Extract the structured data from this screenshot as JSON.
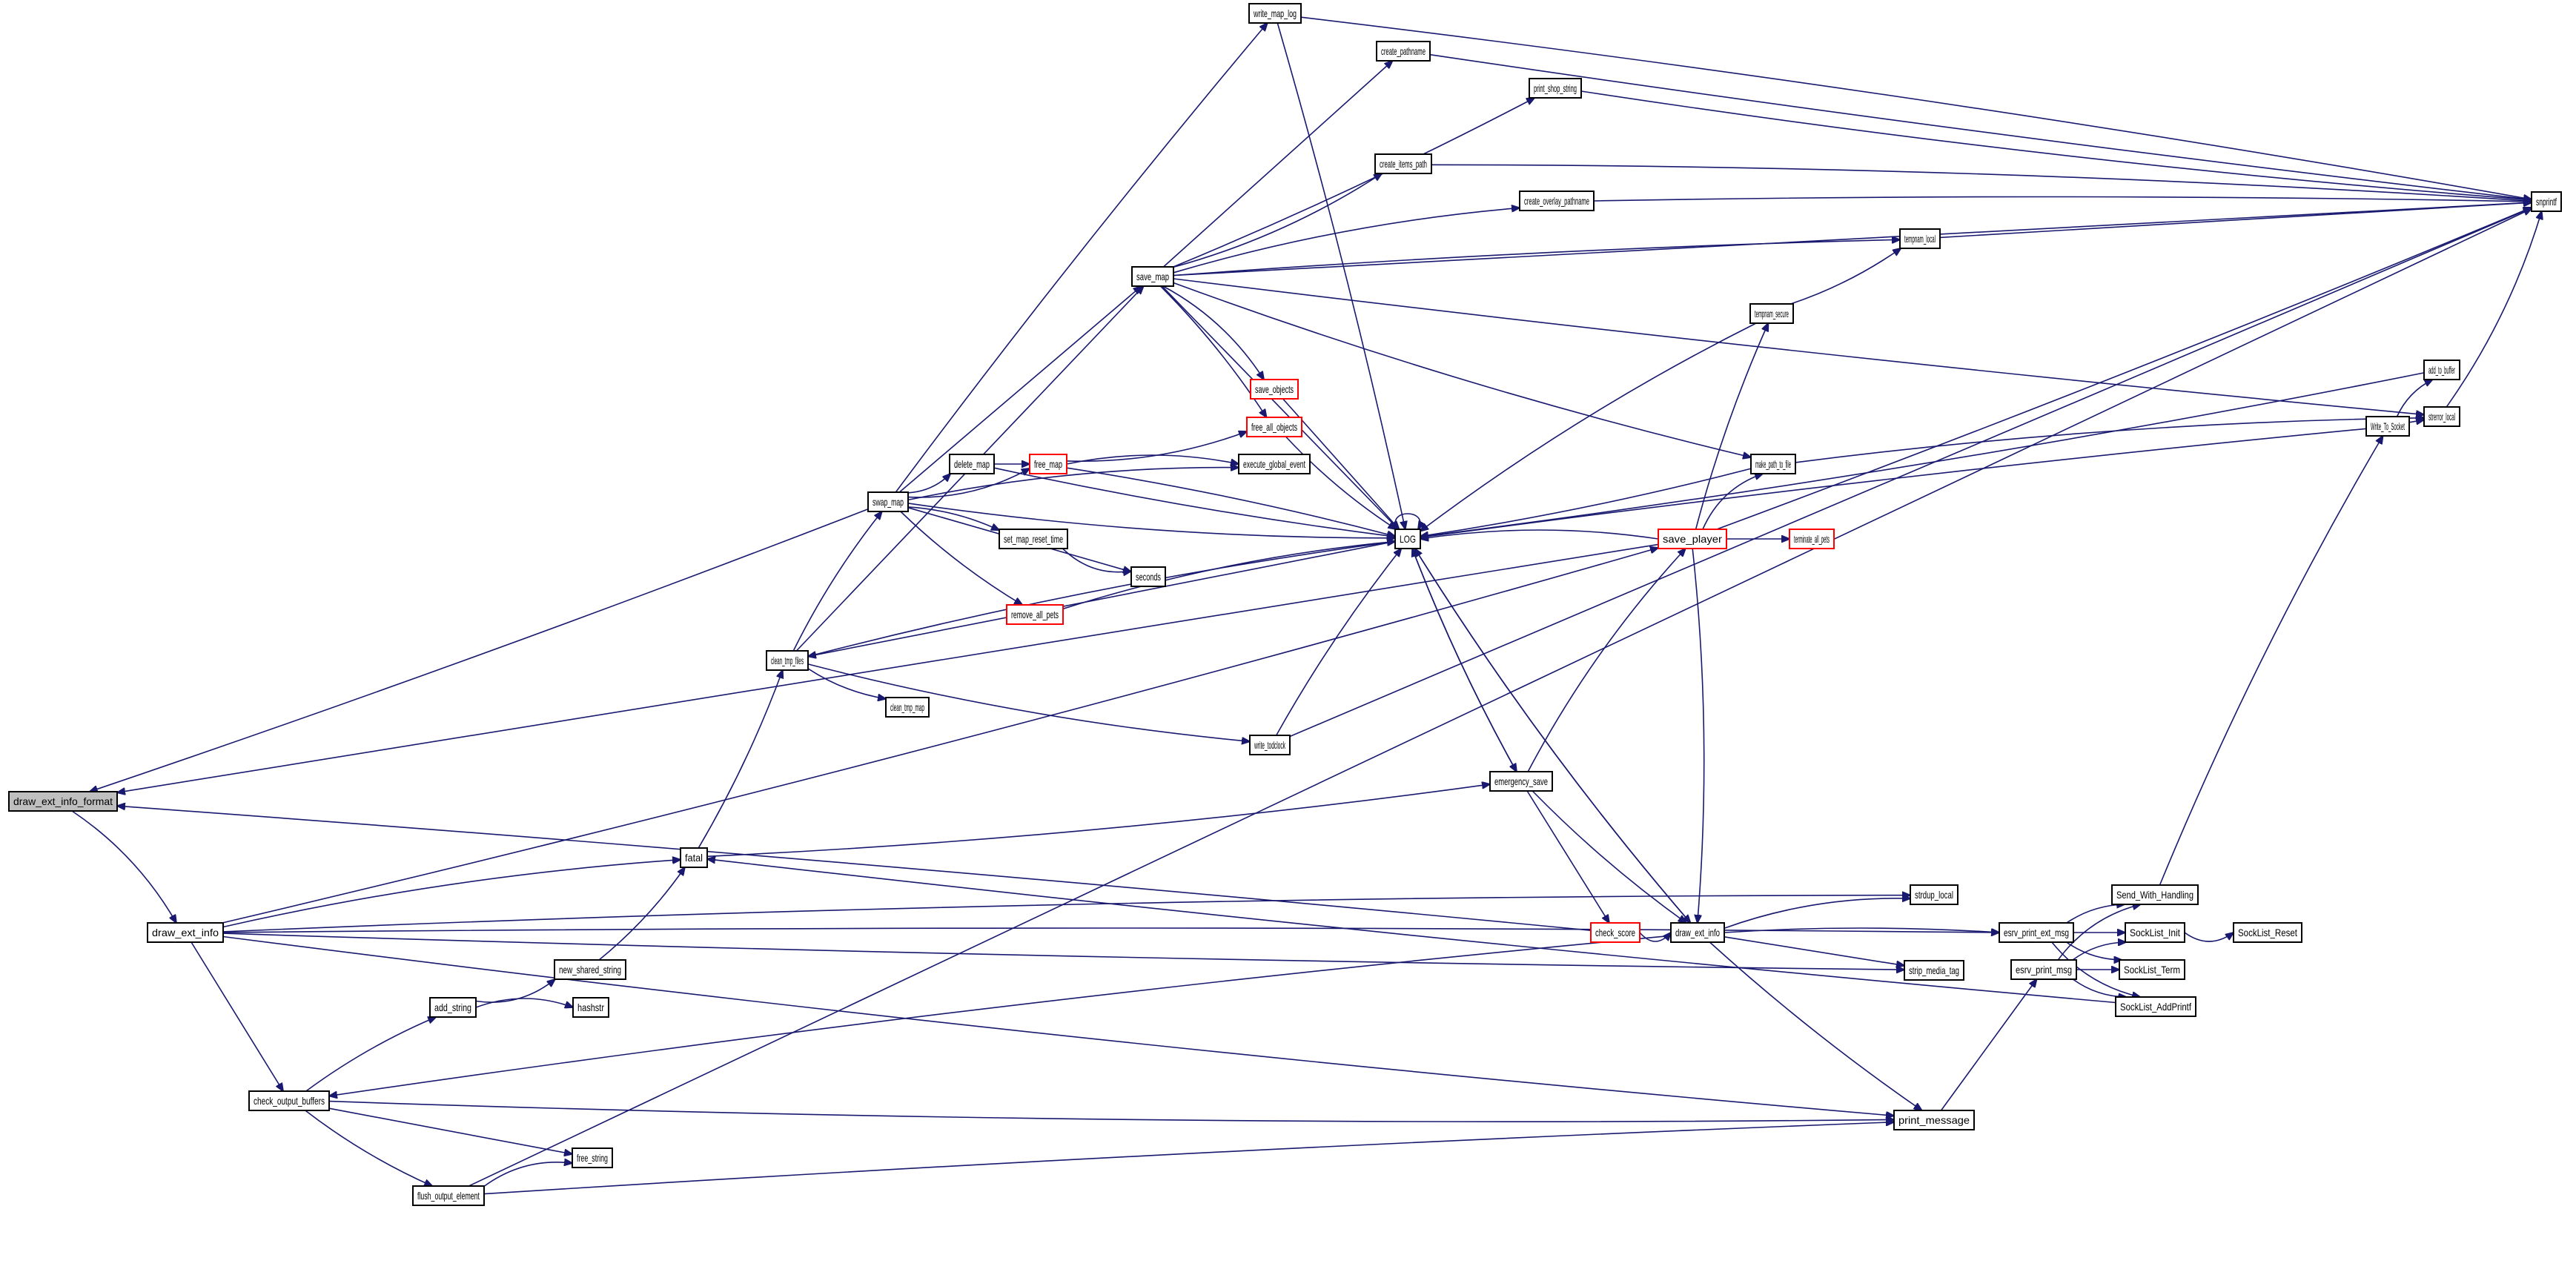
{
  "title": "draw_ext_info_format call graph",
  "colors": {
    "edge": "#191970",
    "root_fill": "#bfbfbf",
    "node_border": "#000000",
    "truncated_border": "#ff0000"
  },
  "nodes": [
    {
      "id": "draw_ext_info_format",
      "label": "draw_ext_info_format",
      "type": "root"
    },
    {
      "id": "draw_ext_info_l",
      "label": "draw_ext_info",
      "type": "normal"
    },
    {
      "id": "write_map_log",
      "label": "write_map_log",
      "type": "normal"
    },
    {
      "id": "create_pathname",
      "label": "create_pathname",
      "type": "normal"
    },
    {
      "id": "print_shop_string",
      "label": "print_shop_string",
      "type": "normal"
    },
    {
      "id": "create_items_path",
      "label": "create_items_path",
      "type": "normal"
    },
    {
      "id": "create_overlay_pathname",
      "label": "create_overlay_pathname",
      "type": "normal"
    },
    {
      "id": "tempnam_local",
      "label": "tempnam_local",
      "type": "normal"
    },
    {
      "id": "save_map",
      "label": "save_map",
      "type": "normal"
    },
    {
      "id": "tempnam_secure",
      "label": "tempnam_secure",
      "type": "normal"
    },
    {
      "id": "snprintf",
      "label": "snprintf",
      "type": "normal"
    },
    {
      "id": "add_to_buffer",
      "label": "add_to_buffer",
      "type": "normal"
    },
    {
      "id": "strerror_local",
      "label": "strerror_local",
      "type": "normal"
    },
    {
      "id": "Write_To_Socket",
      "label": "Write_To_Socket",
      "type": "normal"
    },
    {
      "id": "save_objects",
      "label": "save_objects",
      "type": "truncated"
    },
    {
      "id": "free_all_objects",
      "label": "free_all_objects",
      "type": "truncated"
    },
    {
      "id": "free_map",
      "label": "free_map",
      "type": "truncated"
    },
    {
      "id": "execute_global_event",
      "label": "execute_global_event",
      "type": "normal"
    },
    {
      "id": "delete_map",
      "label": "delete_map",
      "type": "normal"
    },
    {
      "id": "swap_map",
      "label": "swap_map",
      "type": "normal"
    },
    {
      "id": "set_map_reset_time",
      "label": "set_map_reset_time",
      "type": "normal"
    },
    {
      "id": "seconds",
      "label": "seconds",
      "type": "normal"
    },
    {
      "id": "remove_all_pets",
      "label": "remove_all_pets",
      "type": "truncated"
    },
    {
      "id": "LOG",
      "label": "LOG",
      "type": "normal"
    },
    {
      "id": "make_path_to_file",
      "label": "make_path_to_file",
      "type": "normal"
    },
    {
      "id": "save_player",
      "label": "save_player",
      "type": "truncated"
    },
    {
      "id": "terminate_all_pets",
      "label": "terminate_all_pets",
      "type": "truncated"
    },
    {
      "id": "clean_tmp_files",
      "label": "clean_tmp_files",
      "type": "normal"
    },
    {
      "id": "clean_tmp_map",
      "label": "clean_tmp_map",
      "type": "normal"
    },
    {
      "id": "write_todclock",
      "label": "write_todclock",
      "type": "normal"
    },
    {
      "id": "emergency_save",
      "label": "emergency_save",
      "type": "normal"
    },
    {
      "id": "fatal",
      "label": "fatal",
      "type": "normal"
    },
    {
      "id": "strdup_local",
      "label": "strdup_local",
      "type": "normal"
    },
    {
      "id": "check_score",
      "label": "check_score",
      "type": "truncated"
    },
    {
      "id": "draw_ext_info_r",
      "label": "draw_ext_info",
      "type": "normal"
    },
    {
      "id": "esrv_print_ext_msg",
      "label": "esrv_print_ext_msg",
      "type": "normal"
    },
    {
      "id": "Send_With_Handling",
      "label": "Send_With_Handling",
      "type": "normal"
    },
    {
      "id": "SockList_Init",
      "label": "SockList_Init",
      "type": "normal"
    },
    {
      "id": "SockList_Reset",
      "label": "SockList_Reset",
      "type": "normal"
    },
    {
      "id": "esrv_print_msg",
      "label": "esrv_print_msg",
      "type": "normal"
    },
    {
      "id": "SockList_Term",
      "label": "SockList_Term",
      "type": "normal"
    },
    {
      "id": "SockList_AddPrintf",
      "label": "SockList_AddPrintf",
      "type": "normal"
    },
    {
      "id": "strip_media_tag",
      "label": "strip_media_tag",
      "type": "normal"
    },
    {
      "id": "new_shared_string",
      "label": "new_shared_string",
      "type": "normal"
    },
    {
      "id": "add_string",
      "label": "add_string",
      "type": "normal"
    },
    {
      "id": "hashstr",
      "label": "hashstr",
      "type": "normal"
    },
    {
      "id": "check_output_buffers",
      "label": "check_output_buffers",
      "type": "normal"
    },
    {
      "id": "print_message",
      "label": "print_message",
      "type": "normal"
    },
    {
      "id": "free_string",
      "label": "free_string",
      "type": "normal"
    },
    {
      "id": "flush_output_element",
      "label": "flush_output_element",
      "type": "normal"
    }
  ],
  "edges": [
    [
      "draw_ext_info_format",
      "draw_ext_info_l"
    ],
    [
      "swap_map",
      "draw_ext_info_format"
    ],
    [
      "save_player",
      "draw_ext_info_format"
    ],
    [
      "check_score",
      "draw_ext_info_format"
    ],
    [
      "draw_ext_info_l",
      "save_player"
    ],
    [
      "draw_ext_info_l",
      "fatal"
    ],
    [
      "draw_ext_info_l",
      "esrv_print_ext_msg"
    ],
    [
      "draw_ext_info_l",
      "check_output_buffers"
    ],
    [
      "draw_ext_info_l",
      "strip_media_tag"
    ],
    [
      "draw_ext_info_l",
      "print_message"
    ],
    [
      "draw_ext_info_l",
      "strdup_local"
    ],
    [
      "swap_map",
      "write_map_log"
    ],
    [
      "swap_map",
      "save_map"
    ],
    [
      "swap_map",
      "delete_map"
    ],
    [
      "swap_map",
      "free_map"
    ],
    [
      "swap_map",
      "execute_global_event"
    ],
    [
      "swap_map",
      "set_map_reset_time"
    ],
    [
      "swap_map",
      "seconds"
    ],
    [
      "swap_map",
      "remove_all_pets"
    ],
    [
      "swap_map",
      "LOG"
    ],
    [
      "write_map_log",
      "snprintf"
    ],
    [
      "write_map_log",
      "LOG"
    ],
    [
      "save_map",
      "create_pathname"
    ],
    [
      "save_map",
      "print_shop_string"
    ],
    [
      "save_map",
      "create_items_path"
    ],
    [
      "save_map",
      "create_overlay_pathname"
    ],
    [
      "save_map",
      "tempnam_local"
    ],
    [
      "save_map",
      "snprintf"
    ],
    [
      "save_map",
      "strerror_local"
    ],
    [
      "save_map",
      "make_path_to_file"
    ],
    [
      "save_map",
      "save_objects"
    ],
    [
      "save_map",
      "free_all_objects"
    ],
    [
      "save_map",
      "LOG"
    ],
    [
      "create_pathname",
      "snprintf"
    ],
    [
      "print_shop_string",
      "snprintf"
    ],
    [
      "create_items_path",
      "snprintf"
    ],
    [
      "create_overlay_pathname",
      "snprintf"
    ],
    [
      "tempnam_local",
      "snprintf"
    ],
    [
      "tempnam_secure",
      "tempnam_local"
    ],
    [
      "tempnam_secure",
      "LOG"
    ],
    [
      "add_to_buffer",
      "LOG"
    ],
    [
      "Write_To_Socket",
      "add_to_buffer"
    ],
    [
      "Write_To_Socket",
      "strerror_local"
    ],
    [
      "Write_To_Socket",
      "LOG"
    ],
    [
      "strerror_local",
      "snprintf"
    ],
    [
      "make_path_to_file",
      "strerror_local"
    ],
    [
      "make_path_to_file",
      "LOG"
    ],
    [
      "save_objects",
      "LOG"
    ],
    [
      "free_all_objects",
      "LOG"
    ],
    [
      "free_map",
      "free_all_objects"
    ],
    [
      "free_map",
      "execute_global_event"
    ],
    [
      "free_map",
      "LOG"
    ],
    [
      "delete_map",
      "free_map"
    ],
    [
      "delete_map",
      "LOG"
    ],
    [
      "set_map_reset_time",
      "seconds"
    ],
    [
      "remove_all_pets",
      "LOG"
    ],
    [
      "LOG",
      "LOG"
    ],
    [
      "LOG",
      "clean_tmp_files"
    ],
    [
      "LOG",
      "emergency_save"
    ],
    [
      "LOG",
      "draw_ext_info_r"
    ],
    [
      "save_player",
      "make_path_to_file"
    ],
    [
      "save_player",
      "tempnam_secure"
    ],
    [
      "save_player",
      "terminate_all_pets"
    ],
    [
      "save_player",
      "snprintf"
    ],
    [
      "save_player",
      "LOG"
    ],
    [
      "save_player",
      "draw_ext_info_r"
    ],
    [
      "clean_tmp_files",
      "swap_map"
    ],
    [
      "clean_tmp_files",
      "save_map"
    ],
    [
      "clean_tmp_files",
      "clean_tmp_map"
    ],
    [
      "clean_tmp_files",
      "write_todclock"
    ],
    [
      "clean_tmp_files",
      "LOG"
    ],
    [
      "write_todclock",
      "LOG"
    ],
    [
      "write_todclock",
      "snprintf"
    ],
    [
      "fatal",
      "clean_tmp_files"
    ],
    [
      "fatal",
      "emergency_save"
    ],
    [
      "emergency_save",
      "save_player"
    ],
    [
      "emergency_save",
      "LOG"
    ],
    [
      "emergency_save",
      "check_score"
    ],
    [
      "emergency_save",
      "draw_ext_info_r"
    ],
    [
      "check_score",
      "draw_ext_info_r"
    ],
    [
      "draw_ext_info_r",
      "strdup_local"
    ],
    [
      "draw_ext_info_r",
      "esrv_print_ext_msg"
    ],
    [
      "draw_ext_info_r",
      "strip_media_tag"
    ],
    [
      "draw_ext_info_r",
      "print_message"
    ],
    [
      "draw_ext_info_r",
      "check_output_buffers"
    ],
    [
      "draw_ext_info_r",
      "LOG"
    ],
    [
      "esrv_print_ext_msg",
      "Send_With_Handling"
    ],
    [
      "esrv_print_ext_msg",
      "SockList_Init"
    ],
    [
      "esrv_print_ext_msg",
      "SockList_Term"
    ],
    [
      "esrv_print_ext_msg",
      "SockList_AddPrintf"
    ],
    [
      "esrv_print_msg",
      "Send_With_Handling"
    ],
    [
      "esrv_print_msg",
      "SockList_Init"
    ],
    [
      "esrv_print_msg",
      "SockList_Term"
    ],
    [
      "esrv_print_msg",
      "SockList_AddPrintf"
    ],
    [
      "SockList_Init",
      "SockList_Reset"
    ],
    [
      "Send_With_Handling",
      "Write_To_Socket"
    ],
    [
      "SockList_AddPrintf",
      "fatal"
    ],
    [
      "print_message",
      "esrv_print_msg"
    ],
    [
      "new_shared_string",
      "fatal"
    ],
    [
      "add_string",
      "new_shared_string"
    ],
    [
      "add_string",
      "hashstr"
    ],
    [
      "check_output_buffers",
      "add_string"
    ],
    [
      "check_output_buffers",
      "free_string"
    ],
    [
      "check_output_buffers",
      "flush_output_element"
    ],
    [
      "check_output_buffers",
      "print_message"
    ],
    [
      "flush_output_element",
      "free_string"
    ],
    [
      "flush_output_element",
      "print_message"
    ],
    [
      "flush_output_element",
      "snprintf"
    ]
  ]
}
